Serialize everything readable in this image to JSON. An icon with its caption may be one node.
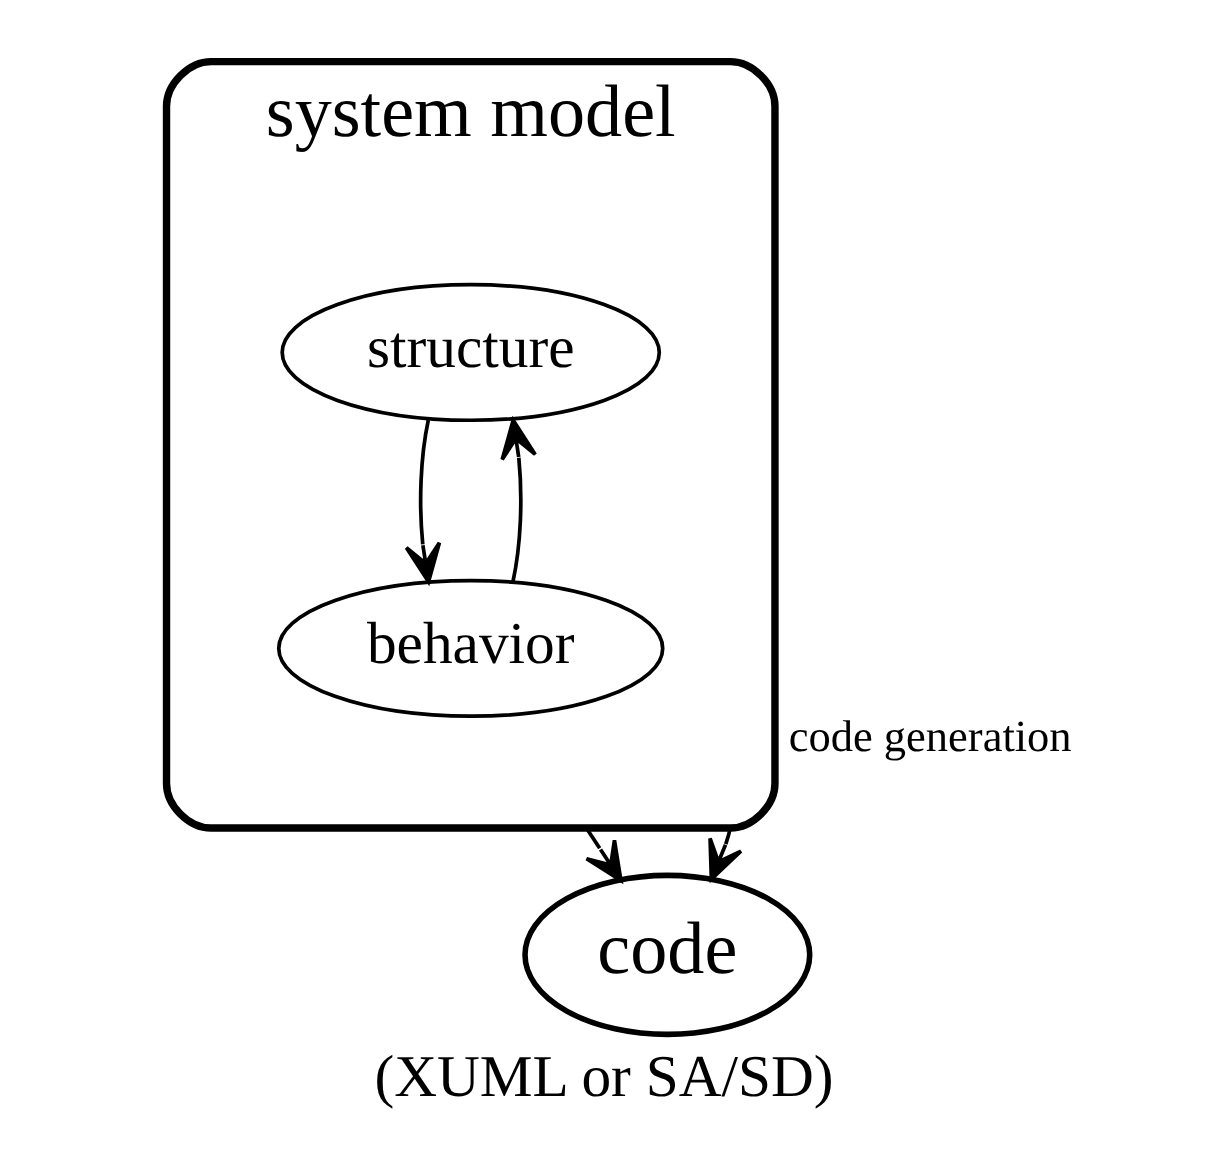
{
  "diagram": {
    "caption": "(XUML or SA/SD)",
    "nodes": [
      {
        "text": [
          "system model"
        ]
      },
      {
        "text": [
          "structure"
        ],
        "in": 0
      },
      {
        "text": [
          "behavior"
        ],
        "in": 0
      },
      {
        "text": [
          "code"
        ]
      }
    ],
    "edges": [
      {
        "from": 0,
        "to": 3,
        "arrow": "to",
        "label": "code generation"
      },
      {
        "from": 0,
        "to": 3,
        "arrow": "to"
      },
      {
        "from": 1,
        "to": 2,
        "arrow": "to"
      },
      {
        "from": 2,
        "to": 1,
        "arrow": "to"
      }
    ]
  }
}
